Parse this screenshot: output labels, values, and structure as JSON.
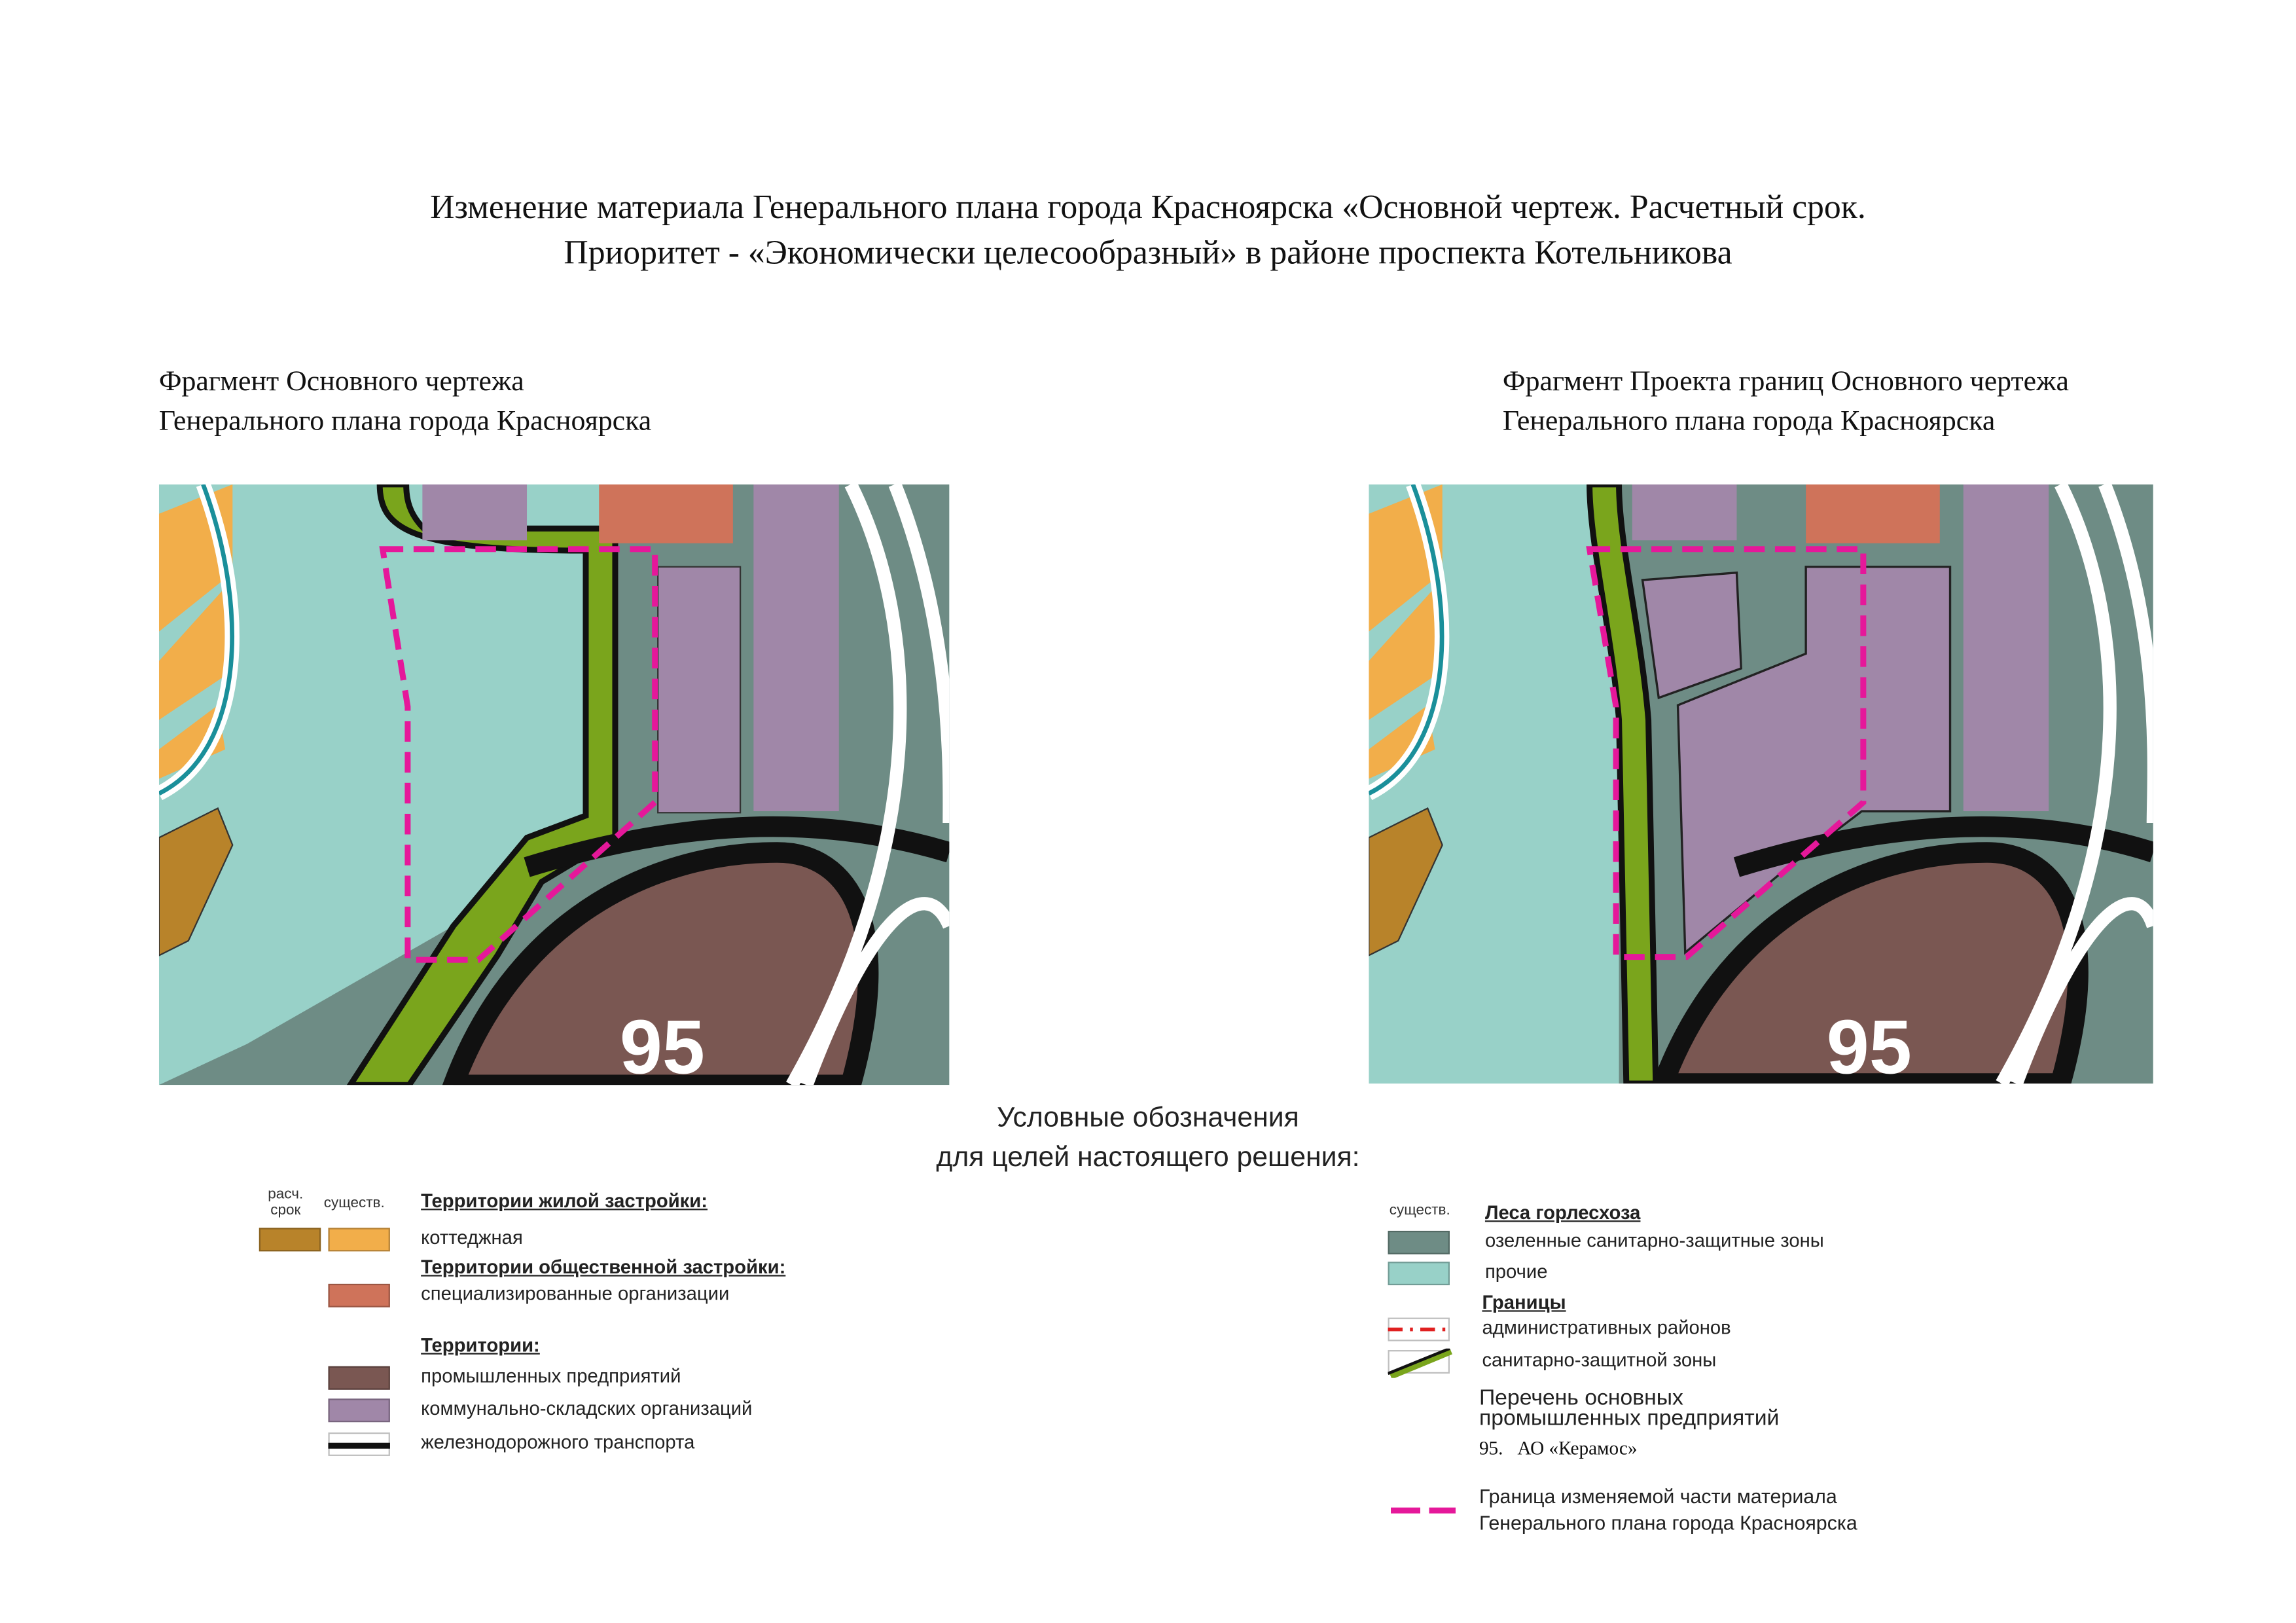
{
  "title": {
    "line1": "Изменение материала Генерального плана города Красноярска «Основной чертеж. Расчетный срок.",
    "line2": "Приоритет - «Экономически целесообразный»  в районе проспекта Котельникова"
  },
  "left_fragment": {
    "line1": "Фрагмент Основного чертежа",
    "line2": "Генерального плана города Красноярска",
    "map_label": "95"
  },
  "right_fragment": {
    "line1": "Фрагмент Проекта границ Основного чертежа",
    "line2": "Генерального плана города Красноярска",
    "map_label": "95"
  },
  "legend": {
    "heading1": "Условные обозначения",
    "heading2": "для целей настоящего решения:",
    "left": {
      "col_calc": "расч. срок",
      "col_exist": "существ.",
      "residential_heading": "Территории жилой застройки:",
      "cottage": "коттеджная",
      "public_heading": "Территории общественной застройки:",
      "specialized": "специализированные организации",
      "territories_heading": "Территории:",
      "industrial": "промышленных предприятий",
      "communal": "коммунально-складских организаций",
      "railway": "железнодорожного транспорта"
    },
    "right": {
      "col_exist": "существ.",
      "forest_heading": "Леса горлесхоза",
      "green_szz": "озеленные санитарно-защитные зоны",
      "other": "прочие",
      "borders_heading": "Границы",
      "admin": "административных районов",
      "szz": "санитарно-защитной зоны",
      "enterprises_heading1": "Перечень основных",
      "enterprises_heading2": "промышленных предприятий",
      "enterprise_95": "95.   АО «Керамос»",
      "change_border1": "Граница изменяемой части материала",
      "change_border2": "Генерального плана города Красноярска"
    }
  },
  "colors": {
    "cottage_calc": "#b8832a",
    "cottage_exist": "#f2ae4a",
    "specialized": "#cf735a",
    "industrial": "#7a5752",
    "communal": "#a087a8",
    "forest_green": "#6e8c85",
    "forest_other": "#98d1c8",
    "szz_green": "#7aa51c",
    "boundary_pink": "#e5189a",
    "admin_red": "#e02020"
  }
}
